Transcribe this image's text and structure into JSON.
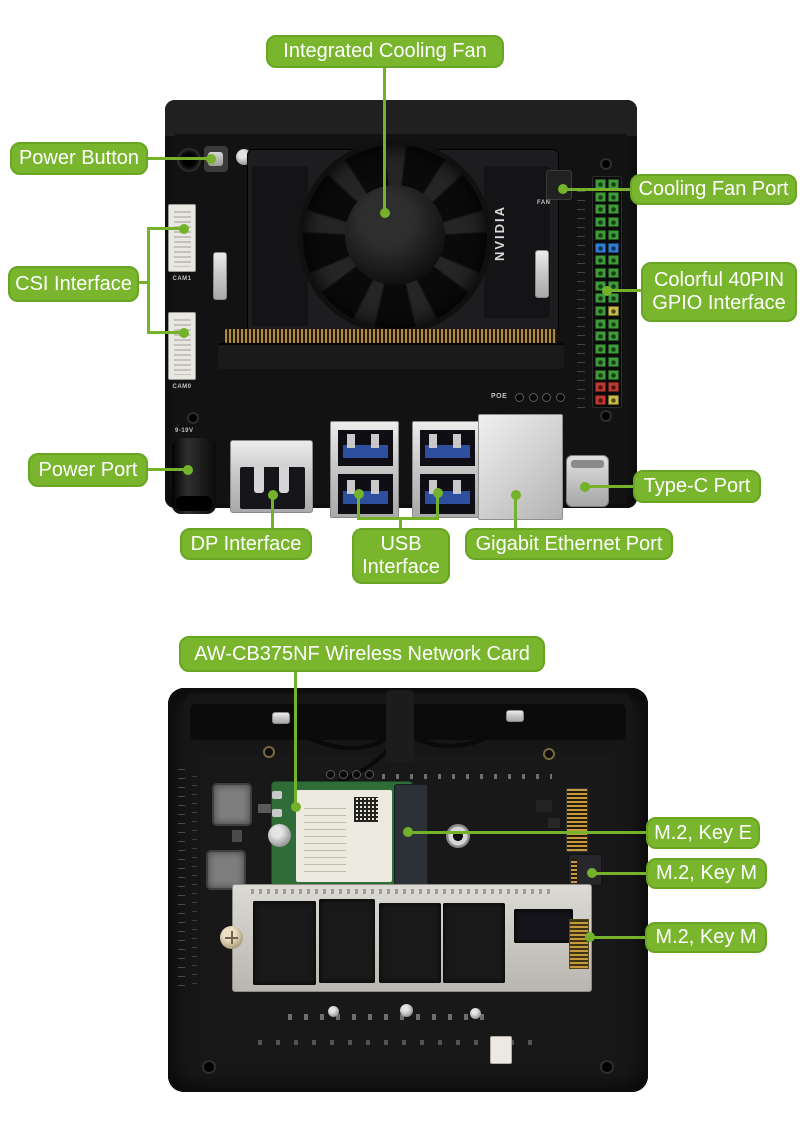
{
  "colors": {
    "callout_fill": "#79b62e",
    "callout_border": "#67a522",
    "callout_text": "#ffffff",
    "leader": "#74b22c"
  },
  "callouts": {
    "integrated_cooling_fan": {
      "label": "Integrated Cooling Fan"
    },
    "power_button": {
      "label": "Power Button"
    },
    "csi_interface": {
      "label": "CSI Interface"
    },
    "cooling_fan_port": {
      "label": "Cooling Fan Port"
    },
    "gpio_interface": {
      "label": "Colorful 40PIN GPIO Interface"
    },
    "power_port": {
      "label": "Power Port"
    },
    "dp_interface": {
      "label": "DP Interface"
    },
    "usb_interface": {
      "label": "USB Interface"
    },
    "gigabit_ethernet_port": {
      "label": "Gigabit Ethernet Port"
    },
    "type_c_port": {
      "label": "Type-C Port"
    },
    "wireless_card": {
      "label": "AW-CB375NF Wireless Network Card"
    },
    "m2_key_e": {
      "label": "M.2, Key E"
    },
    "m2_key_m_top": {
      "label": "M.2, Key M"
    },
    "m2_key_m_bottom": {
      "label": "M.2, Key M"
    }
  },
  "silkscreen": {
    "cam1": "CAM1",
    "cam0": "CAM0",
    "fan_port": "FAN",
    "poe": "POE",
    "power_voltage": "9-19V",
    "module_brand": "NVIDIA"
  },
  "gpio": {
    "palette": {
      "g": "#3f9b3a",
      "b": "#2f7ed4",
      "y": "#c9bb4a",
      "r": "#bf3a2e"
    },
    "rows": [
      [
        "g",
        "g"
      ],
      [
        "g",
        "g"
      ],
      [
        "g",
        "g"
      ],
      [
        "g",
        "g"
      ],
      [
        "g",
        "g"
      ],
      [
        "b",
        "b"
      ],
      [
        "g",
        "g"
      ],
      [
        "g",
        "g"
      ],
      [
        "g",
        "g"
      ],
      [
        "g",
        "g"
      ],
      [
        "g",
        "y"
      ],
      [
        "g",
        "g"
      ],
      [
        "g",
        "g"
      ],
      [
        "g",
        "g"
      ],
      [
        "g",
        "g"
      ],
      [
        "g",
        "g"
      ],
      [
        "r",
        "r"
      ],
      [
        "r",
        "y"
      ]
    ]
  }
}
